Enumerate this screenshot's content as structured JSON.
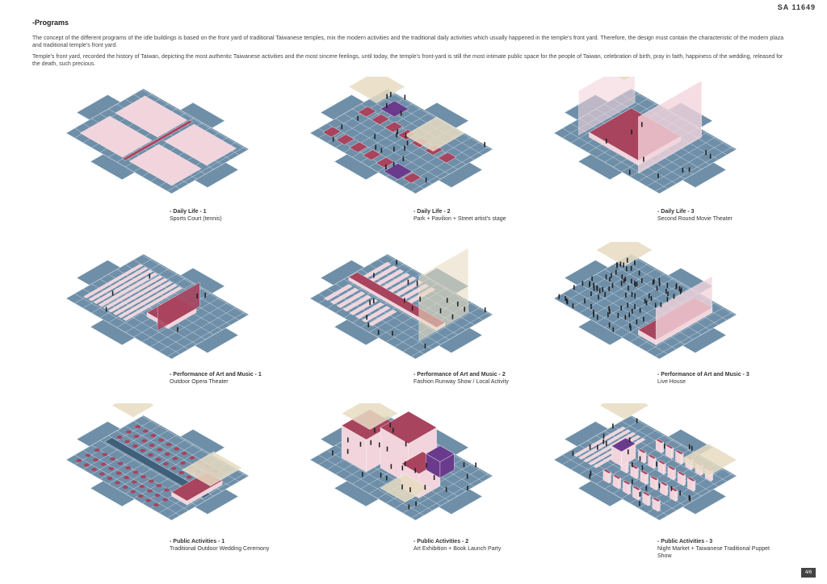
{
  "header": {
    "sheet_id": "SA 11649",
    "section_title": "-Programs",
    "intro_1": "The concept of the different programs of the idle buildings is based on the front yard of traditional Taiwanese temples, mix the modern activities and the traditional daily activities which usually happened in the temple's front yard. Therefore, the design must contain the characteristic of the modern plaza and traditional temple's front yard.",
    "intro_2": "Temple's front yard, recorded the history of Taiwan, depicting the most authentic Taiwanese activities and the most sincere feelings, until today, the temple's front-yard is still the most intimate public space for the people of Taiwan, celebration of birth, pray in faith, happiness of the wedding, released for the death, such precious."
  },
  "colors": {
    "grid_base": "#6f8fa8",
    "grid_line": "#c8d6e2",
    "program_red": "#a8445e",
    "program_pink": "#f2d4dc",
    "program_purple": "#6a3a8c",
    "canopy_tan": "#e8dcc2",
    "figure": "#222222"
  },
  "panels": [
    {
      "title": "- Daily Life - 1",
      "subtitle": "Sports Court (tennis)",
      "icon": "tennis-court-diagram"
    },
    {
      "title": "- Daily Life - 2",
      "subtitle": "Park + Pavilion + Street artist's stage",
      "icon": "park-pavilion-diagram"
    },
    {
      "title": "- Daily Life - 3",
      "subtitle": "Second Round Movie Theater",
      "icon": "movie-theater-diagram"
    },
    {
      "title": "- Performance of Art and Music  - 1",
      "subtitle": "Outdoor Opera Theater",
      "icon": "opera-theater-diagram"
    },
    {
      "title": "- Performance of Art and Music  - 2",
      "subtitle": "Fashion Runway Show / Local Activity",
      "icon": "runway-show-diagram"
    },
    {
      "title": "- Performance of Art and Music  - 3",
      "subtitle": "Live House",
      "icon": "live-house-diagram"
    },
    {
      "title": "- Public Activities - 1",
      "subtitle": "Traditional Outdoor Wedding Ceremony",
      "icon": "wedding-ceremony-diagram"
    },
    {
      "title": "- Public Activities - 2",
      "subtitle": "Art Exhibition + Book Launch Party",
      "icon": "art-exhibition-diagram"
    },
    {
      "title": "- Public Activities - 3",
      "subtitle": "Night Market + Taiwanese Traditional Puppet Show",
      "icon": "night-market-diagram"
    }
  ],
  "footer": {
    "page_number": "4/6"
  }
}
